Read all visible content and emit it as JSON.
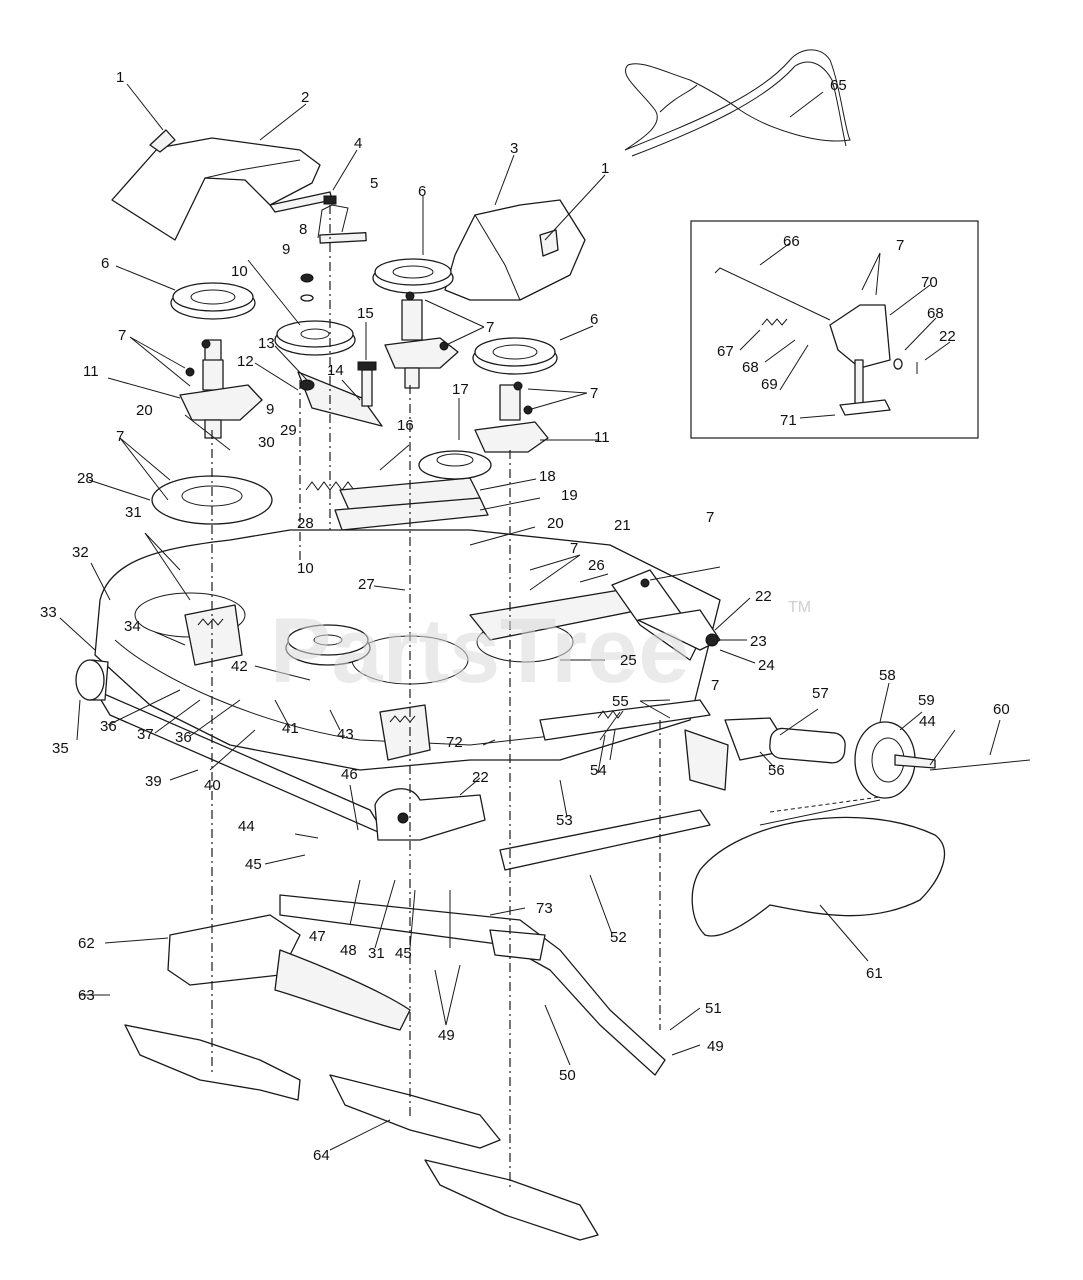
{
  "watermark": {
    "text": "PartsTree",
    "mark": "TM"
  },
  "callouts": [
    {
      "id": "c1a",
      "text": "1"
    },
    {
      "id": "c2",
      "text": "2"
    },
    {
      "id": "c3",
      "text": "3"
    },
    {
      "id": "c1b",
      "text": "1"
    },
    {
      "id": "c4",
      "text": "4"
    },
    {
      "id": "c5",
      "text": "5"
    },
    {
      "id": "c65",
      "text": "65"
    },
    {
      "id": "c6a",
      "text": "6"
    },
    {
      "id": "c6b",
      "text": "6"
    },
    {
      "id": "c6c",
      "text": "6"
    },
    {
      "id": "c7a",
      "text": "7"
    },
    {
      "id": "c7b",
      "text": "7"
    },
    {
      "id": "c7c",
      "text": "7"
    },
    {
      "id": "c7d",
      "text": "7"
    },
    {
      "id": "c7e",
      "text": "7"
    },
    {
      "id": "c7f",
      "text": "7"
    },
    {
      "id": "c7g",
      "text": "7"
    },
    {
      "id": "c7h",
      "text": "7"
    },
    {
      "id": "c8",
      "text": "8"
    },
    {
      "id": "c9a",
      "text": "9"
    },
    {
      "id": "c9b",
      "text": "9"
    },
    {
      "id": "c10a",
      "text": "10"
    },
    {
      "id": "c10b",
      "text": "10"
    },
    {
      "id": "c11a",
      "text": "11"
    },
    {
      "id": "c11b",
      "text": "11"
    },
    {
      "id": "c12",
      "text": "12"
    },
    {
      "id": "c13",
      "text": "13"
    },
    {
      "id": "c14",
      "text": "14"
    },
    {
      "id": "c15",
      "text": "15"
    },
    {
      "id": "c16",
      "text": "16"
    },
    {
      "id": "c17",
      "text": "17"
    },
    {
      "id": "c18",
      "text": "18"
    },
    {
      "id": "c19",
      "text": "19"
    },
    {
      "id": "c20a",
      "text": "20"
    },
    {
      "id": "c20b",
      "text": "20"
    },
    {
      "id": "c21",
      "text": "21"
    },
    {
      "id": "c22a",
      "text": "22"
    },
    {
      "id": "c22b",
      "text": "22"
    },
    {
      "id": "c22c",
      "text": "22"
    },
    {
      "id": "c23",
      "text": "23"
    },
    {
      "id": "c24",
      "text": "24"
    },
    {
      "id": "c25",
      "text": "25"
    },
    {
      "id": "c26",
      "text": "26"
    },
    {
      "id": "c27",
      "text": "27"
    },
    {
      "id": "c28a",
      "text": "28"
    },
    {
      "id": "c28b",
      "text": "28"
    },
    {
      "id": "c29",
      "text": "29"
    },
    {
      "id": "c30",
      "text": "30"
    },
    {
      "id": "c31a",
      "text": "31"
    },
    {
      "id": "c31b",
      "text": "31"
    },
    {
      "id": "c32",
      "text": "32"
    },
    {
      "id": "c33",
      "text": "33"
    },
    {
      "id": "c34",
      "text": "34"
    },
    {
      "id": "c35",
      "text": "35"
    },
    {
      "id": "c36a",
      "text": "36"
    },
    {
      "id": "c36b",
      "text": "36"
    },
    {
      "id": "c37",
      "text": "37"
    },
    {
      "id": "c39",
      "text": "39"
    },
    {
      "id": "c40",
      "text": "40"
    },
    {
      "id": "c41",
      "text": "41"
    },
    {
      "id": "c42",
      "text": "42"
    },
    {
      "id": "c43",
      "text": "43"
    },
    {
      "id": "c44a",
      "text": "44"
    },
    {
      "id": "c44b",
      "text": "44"
    },
    {
      "id": "c45a",
      "text": "45"
    },
    {
      "id": "c45b",
      "text": "45"
    },
    {
      "id": "c46",
      "text": "46"
    },
    {
      "id": "c47",
      "text": "47"
    },
    {
      "id": "c48",
      "text": "48"
    },
    {
      "id": "c49a",
      "text": "49"
    },
    {
      "id": "c49b",
      "text": "49"
    },
    {
      "id": "c50",
      "text": "50"
    },
    {
      "id": "c51",
      "text": "51"
    },
    {
      "id": "c52",
      "text": "52"
    },
    {
      "id": "c53",
      "text": "53"
    },
    {
      "id": "c54",
      "text": "54"
    },
    {
      "id": "c55",
      "text": "55"
    },
    {
      "id": "c56",
      "text": "56"
    },
    {
      "id": "c57",
      "text": "57"
    },
    {
      "id": "c58",
      "text": "58"
    },
    {
      "id": "c59",
      "text": "59"
    },
    {
      "id": "c60",
      "text": "60"
    },
    {
      "id": "c61",
      "text": "61"
    },
    {
      "id": "c62",
      "text": "62"
    },
    {
      "id": "c63",
      "text": "63"
    },
    {
      "id": "c64",
      "text": "64"
    },
    {
      "id": "c66",
      "text": "66"
    },
    {
      "id": "c67",
      "text": "67"
    },
    {
      "id": "c68a",
      "text": "68"
    },
    {
      "id": "c68b",
      "text": "68"
    },
    {
      "id": "c69",
      "text": "69"
    },
    {
      "id": "c70",
      "text": "70"
    },
    {
      "id": "c71",
      "text": "71"
    },
    {
      "id": "c72",
      "text": "72"
    },
    {
      "id": "c73",
      "text": "73"
    }
  ]
}
